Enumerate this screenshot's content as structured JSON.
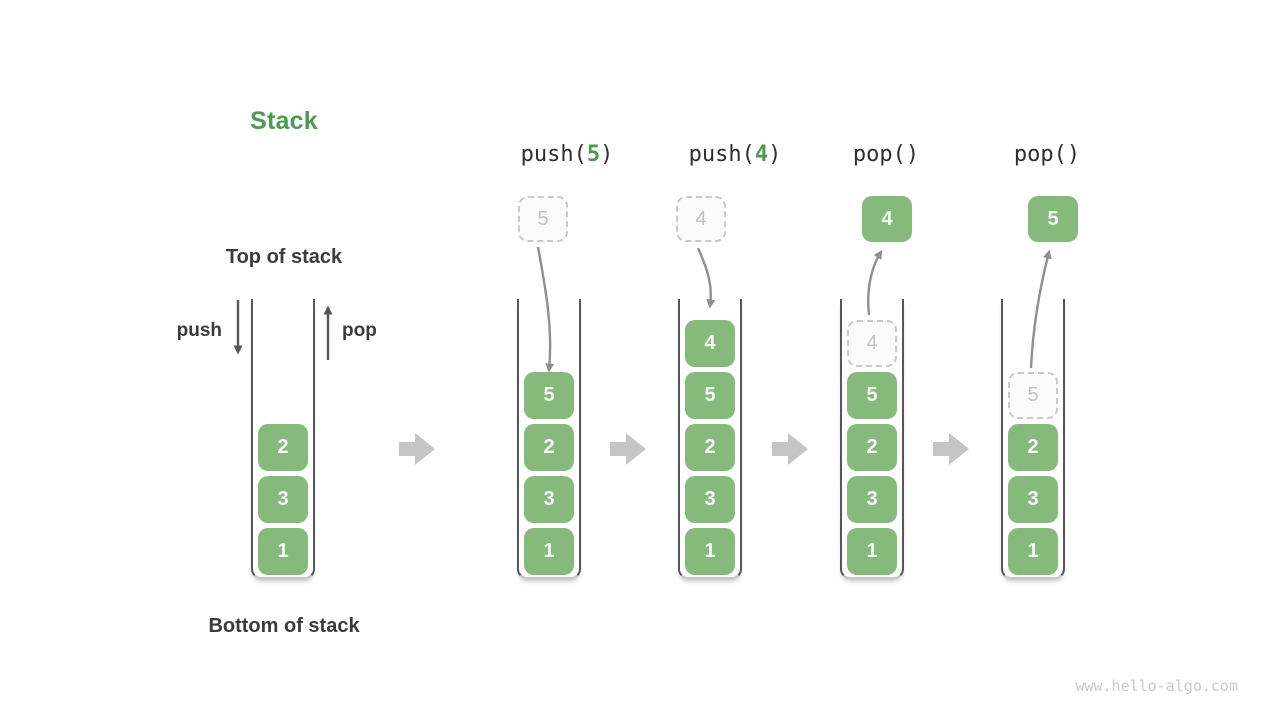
{
  "header": {
    "title": "Stack"
  },
  "labels": {
    "top_of_stack": "Top of stack",
    "bottom_of_stack": "Bottom of stack",
    "push": "push",
    "pop": "pop"
  },
  "watermark": "www.hello-algo.com",
  "colors": {
    "element_green": "#86ba7c",
    "accent_green": "#4c9a52",
    "dark_text": "#3b3b3b",
    "container_wall": "#55565a",
    "curve_arrow_gray": "#8f8f8f",
    "block_arrow_gray": "#c5c5c5",
    "ghost_border": "#c9c9c9",
    "ghost_text": "#c2c2c2",
    "watermark_gray": "#c9c9c9"
  },
  "base_stack": {
    "items": [
      {
        "value": "2"
      },
      {
        "value": "3"
      },
      {
        "value": "1"
      }
    ]
  },
  "steps": [
    {
      "label": {
        "pre": "push(",
        "arg": "5",
        "post": ")"
      },
      "floating": {
        "value": "5",
        "kind": "ghost"
      },
      "stack": [
        {
          "value": "5",
          "kind": "solid"
        },
        {
          "value": "2",
          "kind": "solid"
        },
        {
          "value": "3",
          "kind": "solid"
        },
        {
          "value": "1",
          "kind": "solid"
        }
      ]
    },
    {
      "label": {
        "pre": "push(",
        "arg": "4",
        "post": ")"
      },
      "floating": {
        "value": "4",
        "kind": "ghost"
      },
      "stack": [
        {
          "value": "4",
          "kind": "solid"
        },
        {
          "value": "5",
          "kind": "solid"
        },
        {
          "value": "2",
          "kind": "solid"
        },
        {
          "value": "3",
          "kind": "solid"
        },
        {
          "value": "1",
          "kind": "solid"
        }
      ]
    },
    {
      "label": {
        "pre": "pop()",
        "arg": "",
        "post": ""
      },
      "floating": {
        "value": "4",
        "kind": "solid"
      },
      "stack": [
        {
          "value": "4",
          "kind": "ghost"
        },
        {
          "value": "5",
          "kind": "solid"
        },
        {
          "value": "2",
          "kind": "solid"
        },
        {
          "value": "3",
          "kind": "solid"
        },
        {
          "value": "1",
          "kind": "solid"
        }
      ]
    },
    {
      "label": {
        "pre": "pop()",
        "arg": "",
        "post": ""
      },
      "floating": {
        "value": "5",
        "kind": "solid"
      },
      "stack": [
        {
          "value": "5",
          "kind": "ghost"
        },
        {
          "value": "2",
          "kind": "solid"
        },
        {
          "value": "3",
          "kind": "solid"
        },
        {
          "value": "1",
          "kind": "solid"
        }
      ]
    }
  ]
}
